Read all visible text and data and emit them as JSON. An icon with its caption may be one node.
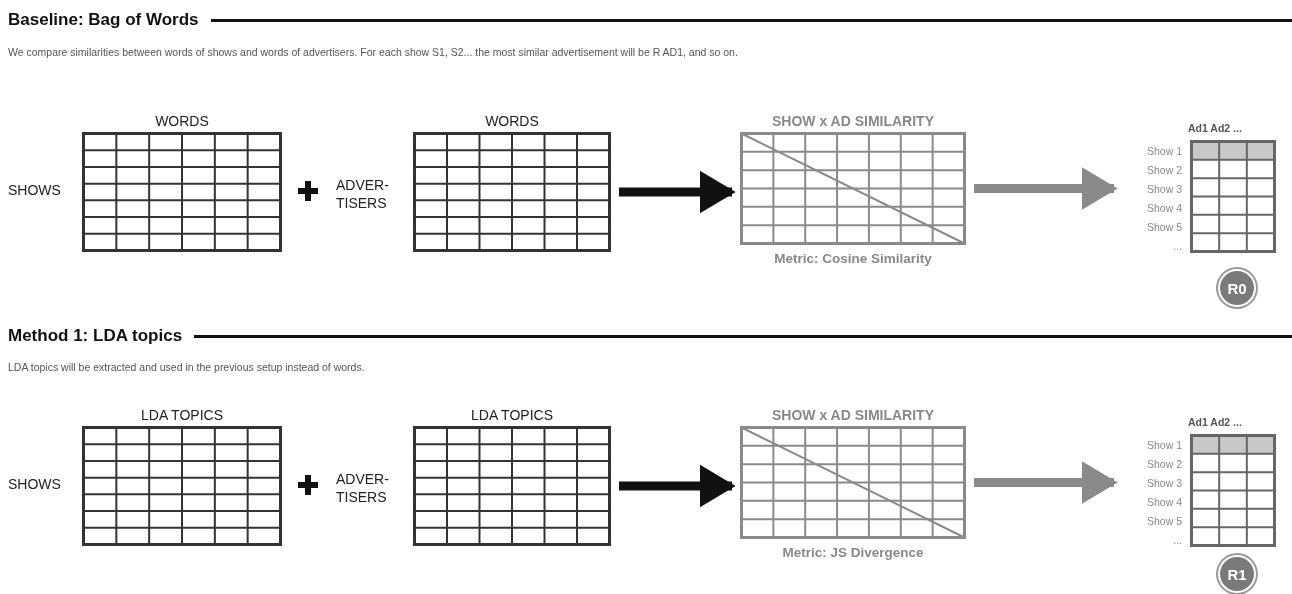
{
  "diagram": {
    "nodes": [
      {
        "text": [
          "WORDS"
        ],
        "beside": [
          "SHOWS"
        ]
      },
      {
        "text": [
          "WORDS"
        ],
        "beside": [
          "ADVER-TISERS"
        ]
      },
      {
        "text": [
          "SHOW x AD SIMILARITY",
          "Metric: Cosine Similarity"
        ]
      },
      {
        "text": [
          "Ad1 Ad2 ...",
          "Show 1",
          "Show 2",
          "Show 3",
          "Show 4",
          "Show 5",
          "..."
        ]
      },
      {
        "text": [
          "R0"
        ]
      },
      {
        "text": [
          "LDA TOPICS"
        ],
        "beside": [
          "SHOWS"
        ]
      },
      {
        "text": [
          "LDA TOPICS"
        ],
        "beside": [
          "ADVER-TISERS"
        ]
      },
      {
        "text": [
          "SHOW x AD SIMILARITY",
          "Metric: JS Divergence"
        ]
      },
      {
        "text": [
          "Ad1 Ad2 ...",
          "Show 1",
          "Show 2",
          "Show 3",
          "Show 4",
          "Show 5",
          "..."
        ]
      },
      {
        "text": [
          "R1"
        ]
      }
    ],
    "edges": [
      {
        "from": 1,
        "to": 2,
        "arrow": "to"
      },
      {
        "from": 2,
        "to": 3,
        "arrow": "to",
        "color": "#8a8a8a"
      },
      {
        "from": 6,
        "to": 7,
        "arrow": "to"
      },
      {
        "from": 7,
        "to": 8,
        "arrow": "to",
        "color": "#8a8a8a"
      }
    ],
    "labels": [
      "Baseline: Bag of Words",
      "We compare similarities between words of shows and words of advertisers. For each show S1, S2...  the most similar advertisement will be R AD1, and so on.",
      "Method 1: LDA topics",
      "LDA topics will be extracted and used in the previous setup instead of words."
    ]
  }
}
